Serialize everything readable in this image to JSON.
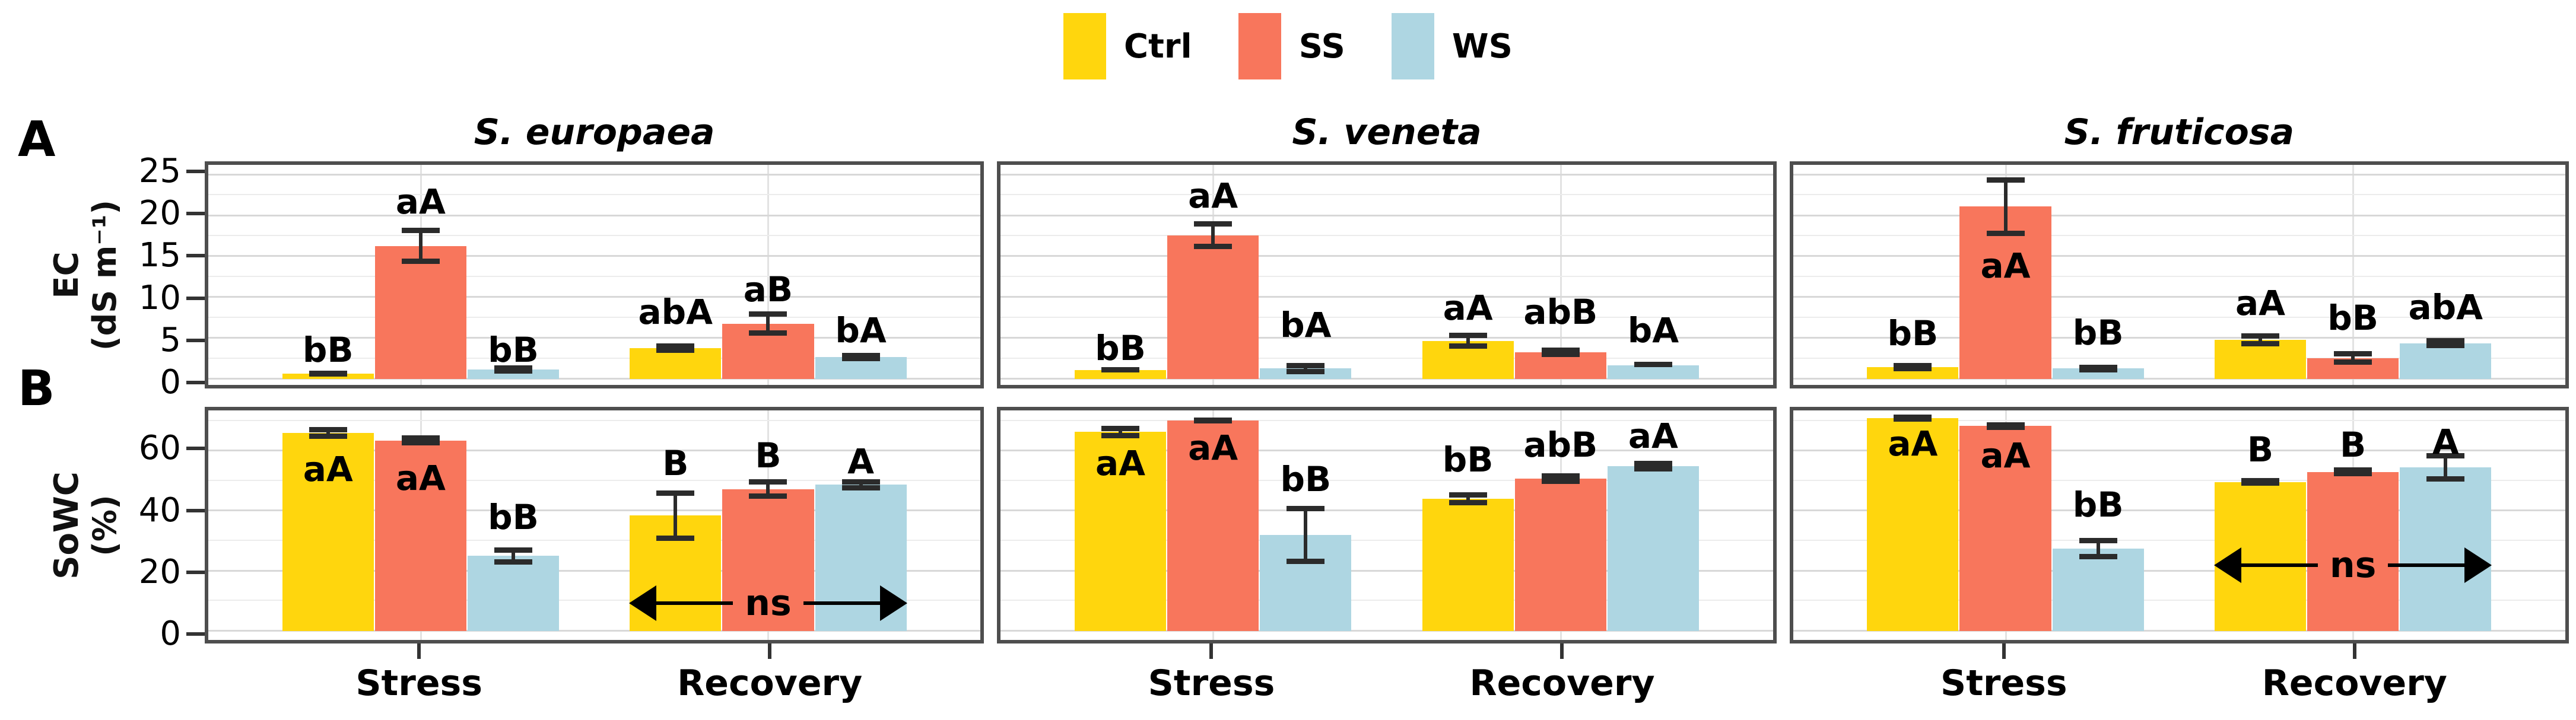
{
  "legend": {
    "items": [
      {
        "label": "Ctrl",
        "color": "#FFD60D"
      },
      {
        "label": "SS",
        "color": "#F8765C"
      },
      {
        "label": "WS",
        "color": "#AED6E2"
      }
    ]
  },
  "facets": [
    "S. europaea",
    "S. veneta",
    "S. fruticosa"
  ],
  "x_groups": [
    "Stress",
    "Recovery"
  ],
  "chart_data": {
    "type": "bar",
    "legend_position": "top",
    "grid": true,
    "rows": [
      {
        "panel_label": "A",
        "ylabel_line1": "EC",
        "ylabel_line2": "(dS m⁻¹)",
        "ymin": -0.7,
        "ymax": 26.2,
        "major_ticks": [
          0,
          5,
          10,
          15,
          20,
          25
        ],
        "minor_ticks": [
          2.5,
          7.5,
          12.5,
          17.5,
          22.5
        ],
        "facet_panels": [
          {
            "facet": "S. europaea",
            "ns": null,
            "groups": [
              {
                "group": "Stress",
                "bars": [
                  {
                    "series": "Ctrl",
                    "value": 0.7,
                    "err": 0.35,
                    "letter": "bB",
                    "letter_y": 3.6
                  },
                  {
                    "series": "SS",
                    "value": 16.3,
                    "err": 2.2,
                    "letter": "aA",
                    "letter_y": 21.7
                  },
                  {
                    "series": "WS",
                    "value": 1.2,
                    "err": 0.5,
                    "letter": "bB",
                    "letter_y": 3.6
                  }
                ]
              },
              {
                "group": "Recovery",
                "bars": [
                  {
                    "series": "Ctrl",
                    "value": 3.8,
                    "err": 0.6,
                    "letter": "abA",
                    "letter_y": 8.2
                  },
                  {
                    "series": "SS",
                    "value": 6.8,
                    "err": 1.5,
                    "letter": "aB",
                    "letter_y": 11.0
                  },
                  {
                    "series": "WS",
                    "value": 2.7,
                    "err": 0.5,
                    "letter": "bA",
                    "letter_y": 6.0
                  }
                ]
              }
            ]
          },
          {
            "facet": "S. veneta",
            "ns": null,
            "groups": [
              {
                "group": "Stress",
                "bars": [
                  {
                    "series": "Ctrl",
                    "value": 1.1,
                    "err": 0.3,
                    "letter": "bB",
                    "letter_y": 3.8
                  },
                  {
                    "series": "SS",
                    "value": 17.6,
                    "err": 1.7,
                    "letter": "aA",
                    "letter_y": 22.4
                  },
                  {
                    "series": "WS",
                    "value": 1.3,
                    "err": 0.7,
                    "letter": "bA",
                    "letter_y": 6.6
                  }
                ]
              },
              {
                "group": "Recovery",
                "bars": [
                  {
                    "series": "Ctrl",
                    "value": 4.7,
                    "err": 1.0,
                    "letter": "aA",
                    "letter_y": 8.7
                  },
                  {
                    "series": "SS",
                    "value": 3.3,
                    "err": 0.6,
                    "letter": "abB",
                    "letter_y": 8.2
                  },
                  {
                    "series": "WS",
                    "value": 1.7,
                    "err": 0.2,
                    "letter": "bA",
                    "letter_y": 6.0
                  }
                ]
              }
            ]
          },
          {
            "facet": "S. fruticosa",
            "ns": null,
            "groups": [
              {
                "group": "Stress",
                "bars": [
                  {
                    "series": "Ctrl",
                    "value": 1.5,
                    "err": 0.5,
                    "letter": "bB",
                    "letter_y": 5.6
                  },
                  {
                    "series": "SS",
                    "value": 21.1,
                    "err": 3.6,
                    "letter": "aA",
                    "letter_y": 13.9
                  },
                  {
                    "series": "WS",
                    "value": 1.3,
                    "err": 0.5,
                    "letter": "bB",
                    "letter_y": 5.7
                  }
                ]
              },
              {
                "group": "Recovery",
                "bars": [
                  {
                    "series": "Ctrl",
                    "value": 4.8,
                    "err": 0.8,
                    "letter": "aA",
                    "letter_y": 9.3
                  },
                  {
                    "series": "SS",
                    "value": 2.6,
                    "err": 0.85,
                    "letter": "bB",
                    "letter_y": 7.5
                  },
                  {
                    "series": "WS",
                    "value": 4.4,
                    "err": 0.6,
                    "letter": "abA",
                    "letter_y": 8.8
                  }
                ]
              }
            ]
          }
        ]
      },
      {
        "panel_label": "B",
        "ylabel_line1": "SoWC",
        "ylabel_line2": "(%)",
        "ymin": -3.0,
        "ymax": 73.5,
        "major_ticks": [
          0,
          20,
          40,
          60
        ],
        "minor_ticks": [
          10,
          30,
          50,
          70
        ],
        "facet_panels": [
          {
            "facet": "S. europaea",
            "ns": {
              "y": 9.3,
              "label": "ns"
            },
            "groups": [
              {
                "group": "Stress",
                "bars": [
                  {
                    "series": "Ctrl",
                    "value": 66.0,
                    "err": 2.0,
                    "letter": "aA",
                    "letter_y": 54.0
                  },
                  {
                    "series": "SS",
                    "value": 63.5,
                    "err": 1.7,
                    "letter": "aA",
                    "letter_y": 51.0
                  },
                  {
                    "series": "WS",
                    "value": 25.0,
                    "err": 2.8,
                    "letter": "bB",
                    "letter_y": 38.0
                  }
                ]
              },
              {
                "group": "Recovery",
                "bars": [
                  {
                    "series": "Ctrl",
                    "value": 38.5,
                    "err": 8.4,
                    "letter": "B",
                    "letter_y": 56.0
                  },
                  {
                    "series": "SS",
                    "value": 47.3,
                    "err": 3.2,
                    "letter": "B",
                    "letter_y": 58.5
                  },
                  {
                    "series": "WS",
                    "value": 48.7,
                    "err": 1.9,
                    "letter": "A",
                    "letter_y": 56.5
                  }
                ]
              }
            ]
          },
          {
            "facet": "S. veneta",
            "ns": null,
            "groups": [
              {
                "group": "Stress",
                "bars": [
                  {
                    "series": "Ctrl",
                    "value": 66.3,
                    "err": 2.0,
                    "letter": "aA",
                    "letter_y": 56.0
                  },
                  {
                    "series": "SS",
                    "value": 70.2,
                    "err": 1.0,
                    "letter": "aA",
                    "letter_y": 61.0
                  },
                  {
                    "series": "WS",
                    "value": 32.0,
                    "err": 9.7,
                    "letter": "bB",
                    "letter_y": 50.5
                  }
                ]
              },
              {
                "group": "Recovery",
                "bars": [
                  {
                    "series": "Ctrl",
                    "value": 44.0,
                    "err": 2.2,
                    "letter": "bB",
                    "letter_y": 57.0
                  },
                  {
                    "series": "SS",
                    "value": 50.8,
                    "err": 1.8,
                    "letter": "abB",
                    "letter_y": 62.0
                  },
                  {
                    "series": "WS",
                    "value": 55.0,
                    "err": 1.8,
                    "letter": "aA",
                    "letter_y": 65.0
                  }
                ]
              }
            ]
          },
          {
            "facet": "S. fruticosa",
            "ns": {
              "y": 22.0,
              "label": "ns"
            },
            "groups": [
              {
                "group": "Stress",
                "bars": [
                  {
                    "series": "Ctrl",
                    "value": 71.0,
                    "err": 1.2,
                    "letter": "aA",
                    "letter_y": 62.5
                  },
                  {
                    "series": "SS",
                    "value": 68.3,
                    "err": 1.3,
                    "letter": "aA",
                    "letter_y": 58.5
                  },
                  {
                    "series": "WS",
                    "value": 27.5,
                    "err": 3.6,
                    "letter": "bB",
                    "letter_y": 42.0
                  }
                ]
              },
              {
                "group": "Recovery",
                "bars": [
                  {
                    "series": "Ctrl",
                    "value": 49.6,
                    "err": 1.3,
                    "letter": "B",
                    "letter_y": 60.5
                  },
                  {
                    "series": "SS",
                    "value": 53.0,
                    "err": 1.5,
                    "letter": "B",
                    "letter_y": 62.0
                  },
                  {
                    "series": "WS",
                    "value": 54.5,
                    "err": 4.7,
                    "letter": "A",
                    "letter_y": 63.0
                  }
                ]
              }
            ]
          }
        ]
      }
    ]
  }
}
